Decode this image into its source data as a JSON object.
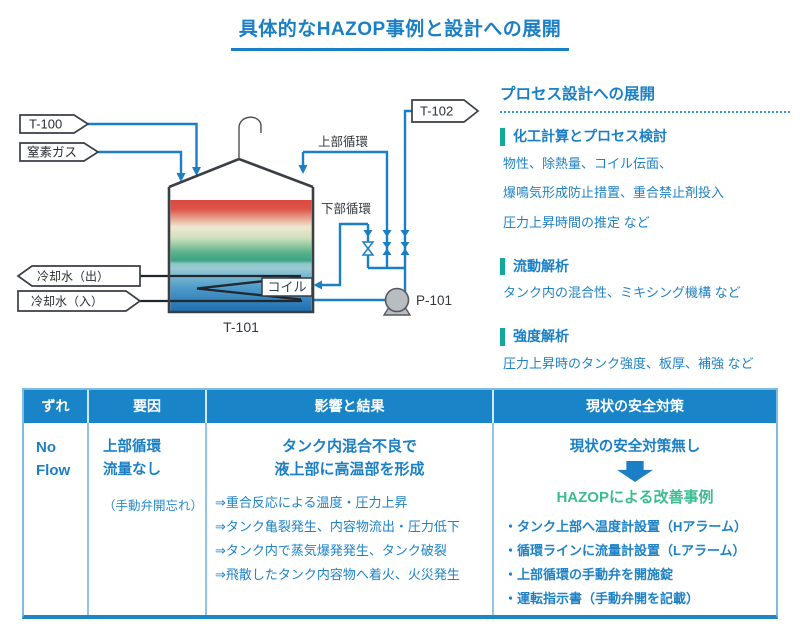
{
  "title": "具体的なHAZOP事例と設計への展開",
  "colors": {
    "accent_blue": "#1b7fc5",
    "header_blue": "#1984c8",
    "teal_bar": "#13a99b",
    "green_text": "#3bbd90",
    "tank_hot": "#db4a3e",
    "tank_cold": "#1d6cb0"
  },
  "diagram": {
    "tags": {
      "t100": "T-100",
      "nitrogen": "窒素ガス",
      "t102": "T-102",
      "cooling_out": "冷却水（出）",
      "cooling_in": "冷却水（入）"
    },
    "labels": {
      "upper_circ": "上部循環",
      "lower_circ": "下部循環",
      "coil": "コイル",
      "tank": "T-101",
      "pump": "P-101"
    }
  },
  "panel": {
    "heading": "プロセス設計への展開",
    "sections": [
      {
        "title": "化工計算とプロセス検討",
        "lines": [
          "物性、除熱量、コイル伝面、",
          "爆鳴気形成防止措置、重合禁止剤投入",
          "圧力上昇時間の推定 など"
        ]
      },
      {
        "title": "流動解析",
        "lines": [
          "タンク内の混合性、ミキシング機構 など"
        ]
      },
      {
        "title": "強度解析",
        "lines": [
          "圧力上昇時のタンク強度、板厚、補強 など"
        ]
      }
    ]
  },
  "table": {
    "headers": [
      "ずれ",
      "要因",
      "影響と結果",
      "現状の安全対策"
    ],
    "row": {
      "deviation": [
        "No",
        "Flow"
      ],
      "cause_main": [
        "上部循環",
        "流量なし"
      ],
      "cause_note": "（手動弁開忘れ）",
      "effect_title": [
        "タンク内混合不良で",
        "液上部に高温部を形成"
      ],
      "effects": [
        "⇒重合反応による温度・圧力上昇",
        "⇒タンク亀裂発生、内容物流出・圧力低下",
        "⇒タンク内で蒸気爆発発生、タンク破裂",
        "⇒飛散したタンク内容物へ着火、火災発生"
      ],
      "current_title": "現状の安全対策無し",
      "improve_title": "HAZOPによる改善事例",
      "improvements": [
        "・タンク上部へ温度計設置（Hアラーム）",
        "・循環ラインに流量計設置（Lアラーム）",
        "・上部循環の手動弁を開施錠",
        "・運転指示書（手動弁開を記載）"
      ]
    }
  }
}
